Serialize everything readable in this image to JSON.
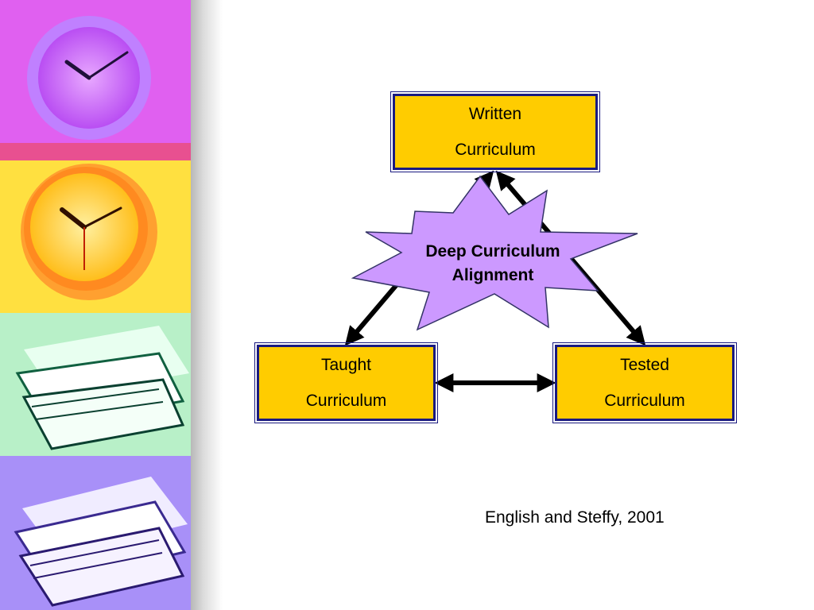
{
  "diagram": {
    "written": {
      "line1": "Written",
      "line2": "Curriculum"
    },
    "taught": {
      "line1": "Taught",
      "line2": "Curriculum"
    },
    "tested": {
      "line1": "Tested",
      "line2": "Curriculum"
    },
    "center_label": {
      "line1": "Deep Curriculum",
      "line2": "Alignment"
    }
  },
  "citation": "English and Steffy, 2001",
  "colors": {
    "box_fill": "#ffcc00",
    "box_border": "#1a1a80",
    "burst_fill": "#cc99ff",
    "arrow": "#000000"
  },
  "decor": {
    "panels": [
      "purple-clock",
      "yellow-clock",
      "green-books",
      "violet-books"
    ]
  }
}
